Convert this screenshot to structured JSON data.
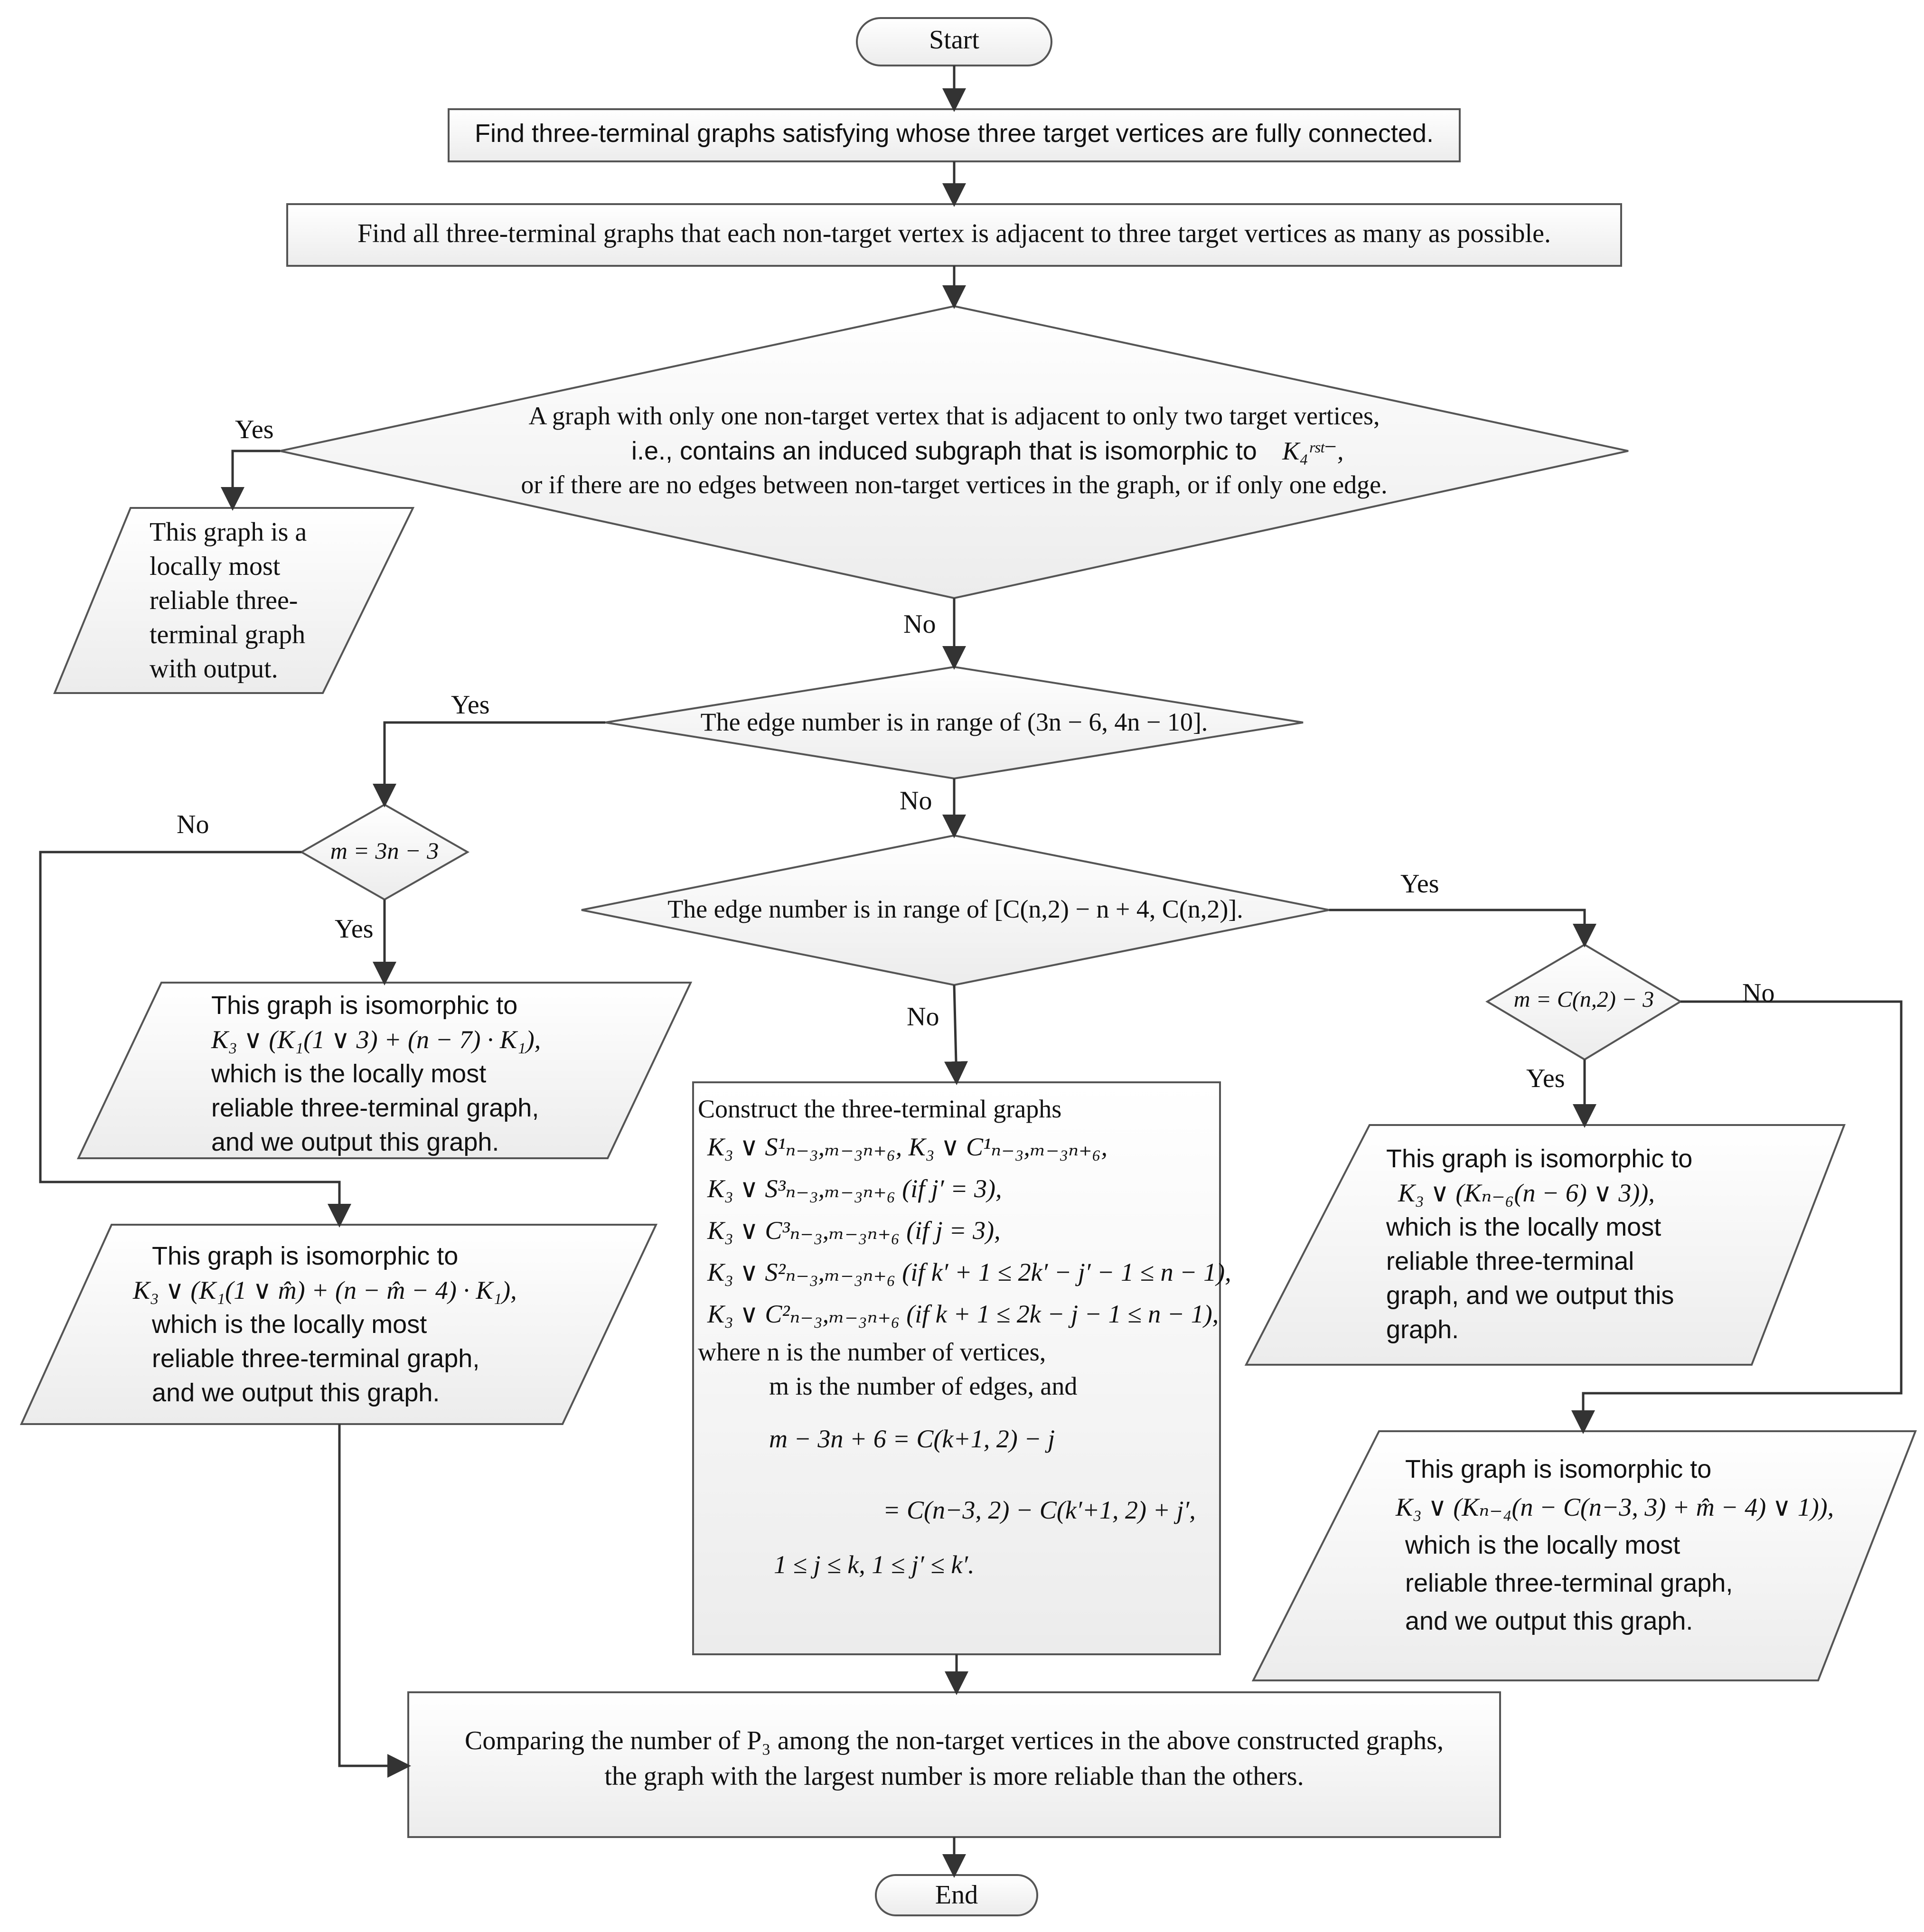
{
  "start": "Start",
  "end": "End",
  "step1": "Find three-terminal graphs satisfying whose three target vertices are fully connected.",
  "step2": "Find all three-terminal graphs that each non-target vertex is adjacent to three target vertices as many as possible.",
  "decision1": {
    "line1": "A graph with only one non-target vertex that is adjacent to only two target vertices,",
    "line2": "i.e., contains an induced subgraph that is isomorphic to",
    "line2_math": "K₄ʳˢᵗ⁻,",
    "line3": "or if there are no edges between non-target vertices in the graph, or if only one edge."
  },
  "output1": [
    "This graph is a",
    "locally most",
    "reliable three-",
    "terminal graph",
    "with output."
  ],
  "decision2": "The edge number is in range of (3n − 6, 4n − 10].",
  "decision3": "m = 3n − 3",
  "decision4": "The edge number is in range of [C(n,2) − n + 4, C(n,2)].",
  "decision5": "m = C(n,2) − 3",
  "output2": {
    "line1": "This graph is isomorphic to",
    "formula": "K₃ ∨ (K₁(1 ∨ 3) + (n − 7) · K₁),",
    "line3": "which is the locally most",
    "line4": "reliable three-terminal graph,",
    "line5": "and we output this graph."
  },
  "output3": {
    "line1": "This graph is isomorphic to",
    "formula": "K₃ ∨ (K₁(1 ∨ m̂) + (n − m̂ − 4) · K₁),",
    "line3": "which is the locally most",
    "line4": "reliable three-terminal graph,",
    "line5": "and we output this graph."
  },
  "construct": {
    "head": "Construct the three-terminal graphs",
    "f1": "K₃ ∨ S¹ₙ₋₃,ₘ₋₃ₙ₊₆,  K₃ ∨ C¹ₙ₋₃,ₘ₋₃ₙ₊₆,",
    "f2": "K₃ ∨ S³ₙ₋₃,ₘ₋₃ₙ₊₆  (if j′ = 3),",
    "f3": "K₃ ∨ C³ₙ₋₃,ₘ₋₃ₙ₊₆  (if j = 3),",
    "f4": "K₃ ∨ S²ₙ₋₃,ₘ₋₃ₙ₊₆  (if k′ + 1 ≤ 2k′ − j′ − 1 ≤ n − 1),",
    "f5": "K₃ ∨ C²ₙ₋₃,ₘ₋₃ₙ₊₆  (if k + 1 ≤ 2k − j − 1 ≤ n − 1),",
    "where1": "where n is the number of vertices,",
    "where2": "m is the number of edges, and",
    "eq1": "m − 3n + 6 = C(k+1, 2) − j",
    "eq2": "= C(n−3, 2) − C(k′+1, 2) + j′,",
    "eq3": "1 ≤ j ≤ k, 1 ≤ j′ ≤ k′."
  },
  "output4": {
    "line1": "This graph is isomorphic to",
    "formula": "K₃ ∨ (Kₙ₋₆(n − 6) ∨ 3)),",
    "line3": "which is the locally most",
    "line4": "reliable three-terminal",
    "line5": "graph, and we output this",
    "line6": "graph."
  },
  "output5": {
    "line1": "This graph is isomorphic to",
    "formula": "K₃ ∨ (Kₙ₋₄(n − C(n−3, 3) + m̂ − 4) ∨ 1)),",
    "line3": "which is the locally most",
    "line4": "reliable three-terminal graph,",
    "line5": "and we output this graph."
  },
  "compare": {
    "line1": "Comparing the number of P₃ among the non-target vertices in the above constructed graphs,",
    "line2": "the graph with the largest number is more reliable than the others."
  },
  "labels": {
    "yes": "Yes",
    "no": "No"
  }
}
